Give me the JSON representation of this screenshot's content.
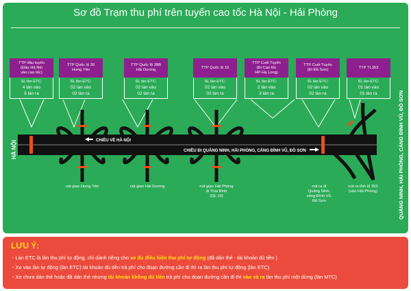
{
  "title": "Sơ đồ Trạm thu phí trên tuyến cao tốc Hà Nội - Hải Phòng",
  "colors": {
    "background": "#2bab57",
    "toll_header": "#8e1f8e",
    "road": "#111111",
    "toll_marker": "#e8511f",
    "notes_background": "#eb4b3c",
    "highlight": "#ffe017"
  },
  "toll_stations": [
    {
      "name": "TTP đầu tuyến\n(Đầu Hà Nội\nvào cao tốc)",
      "etc_label": "SL làn ETC:",
      "in": "4 làn vào",
      "out": "5 làn ra"
    },
    {
      "name": "TTP Quốc lộ 39\nHưng Yên",
      "etc_label": "SL làn ETC:",
      "in": "02 làn vào",
      "out": "02 làn ra"
    },
    {
      "name": "TTP Quốc lộ 38B\nHải Dương",
      "etc_label": "SL làn ETC:",
      "in": "02 làn vào",
      "out": "02 làn ra"
    },
    {
      "name": "TTP Quốc lộ 10",
      "etc_label": "SL làn ETC:",
      "in": "02 làn vào",
      "out": "02 làn ra"
    },
    {
      "name": "TTP Cuối Tuyến\n(Đi Cao tốc\nHP-Hạ Long)",
      "etc_label": "SL làn ETC:",
      "in": "2 làn vào",
      "out": "3 làn ra"
    },
    {
      "name": "TTP Cuối Tuyến\n(Đi Đồ Sơn)",
      "etc_label": "SL làn ETC:",
      "in": "02 làn vào",
      "out": "02 làn ra"
    },
    {
      "name": "TTP TL353",
      "etc_label": "SL làn ETC:",
      "in": "01 làn vào",
      "out": "01 làn ra"
    }
  ],
  "road_labels": {
    "start": "HÀ NỘI",
    "end": "QUẢNG NINH, HẢI PHÒNG, CẢNG ĐÌNH VŨ, ĐỒ SƠN",
    "westbound": "CHIỀU VỀ HÀ NỘI",
    "eastbound": "CHIỀU ĐI QUẢNG NINH, HẢI PHÒNG, CẢNG ĐÌNH VŨ, ĐỒ SƠN"
  },
  "junctions": [
    {
      "label": "nút giao Hưng Yên"
    },
    {
      "label": "nút giao Hải Dương"
    },
    {
      "label": "nút giao Hải Phòng\nđi Thái Bình\n(QL 10)"
    },
    {
      "label": "nút ra đi\nQuảng Ninh,\ncảng Đình Vũ,\nĐồ Sơn"
    },
    {
      "label": "nút ra tỉnh lộ 353\n(vào Hải Phòng)"
    }
  ],
  "notes": {
    "title": "LƯU Ý:",
    "items": [
      {
        "before": "- Làn ETC là làn thu phí tự động, chỉ dành riêng cho ",
        "highlight": "xe đủ điều kiện thu phí tự động",
        "after": " (đã dán thẻ - tài khoản đủ tiền )"
      },
      {
        "before": "- Xe vào làn tự động (làn ETC) tài khoản đủ tiền trả phí cho đoạn đường cần đi thì ra làn thu phí tự động (làn ETC).",
        "highlight": "",
        "after": ""
      },
      {
        "before": "- Xe chưa dán thẻ hoặc đã dán thẻ nhưng ",
        "highlight": "tài khoản không đủ tiền",
        "middle": " trả phí cho đoạn đường cần đi thì ",
        "highlight2": "vào và ra",
        "after": " làn thu phí một dừng (làn MTC)"
      }
    ]
  }
}
